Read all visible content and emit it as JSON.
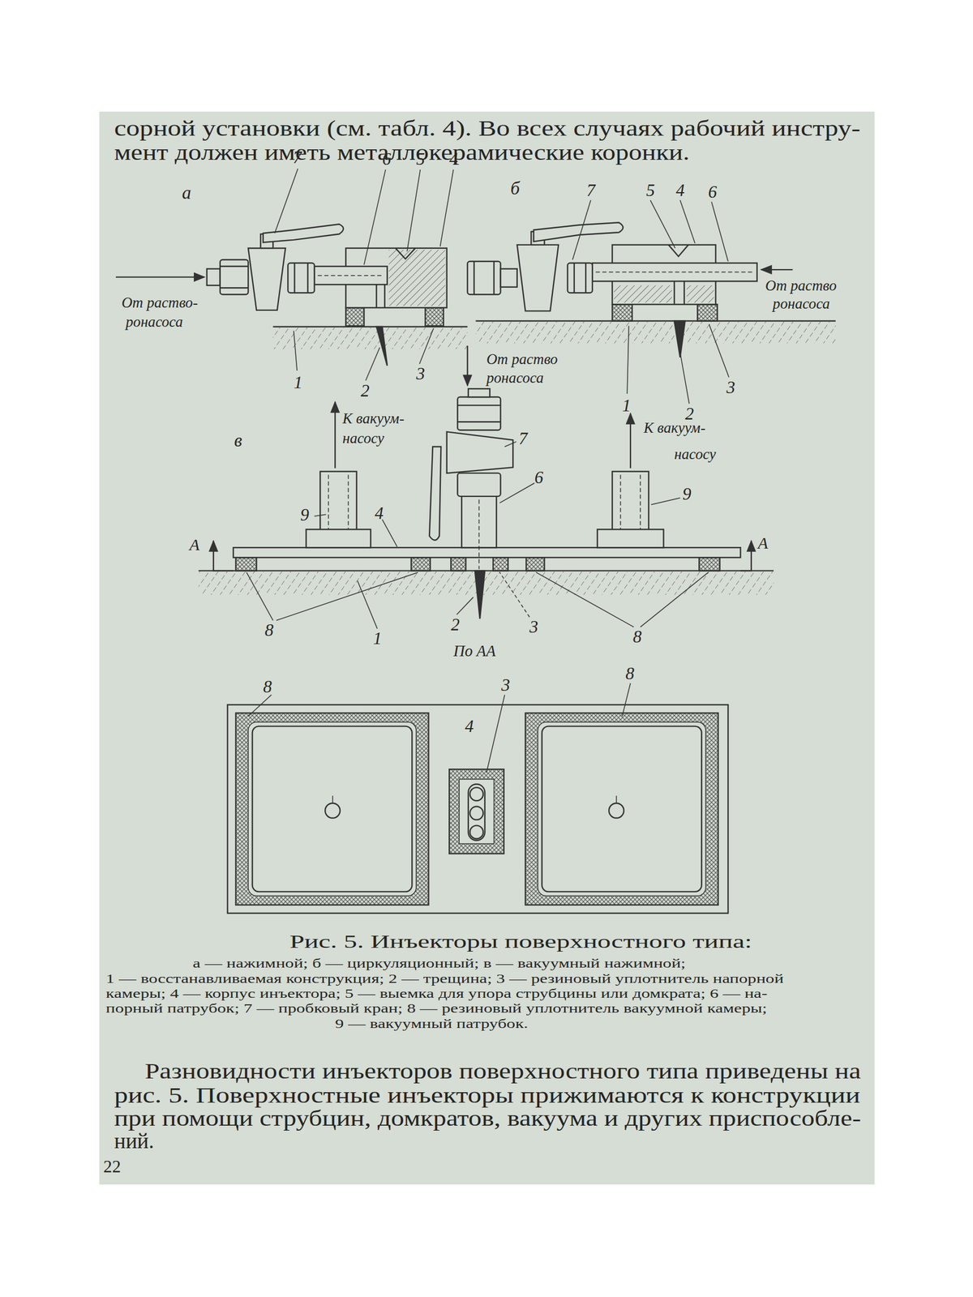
{
  "diagram": {
    "caption": "Рис. 5. Инъекторы поверхностного типа:",
    "labels": [
      "сорной установки (см. табл. 4). Во всех случаях рабочий инстру-",
      "мент должен иметь металлокерамические коронки.",
      "а",
      "7",
      "6",
      "5",
      "4",
      "От раство-",
      "ронасоса",
      "1",
      "2",
      "3",
      "б",
      "7",
      "5",
      "4",
      "6",
      "От раство",
      "ронасоса",
      "1",
      "2",
      "3",
      "От раство",
      "ронасоса",
      "в",
      "К вакуум-",
      "насосу",
      "7",
      "6",
      "К вакуум-",
      "насосу",
      "9",
      "4",
      "9",
      "А",
      "А",
      "8",
      "1",
      "2",
      "3",
      "8",
      "По АА",
      "8",
      "4",
      "3",
      "8",
      "а — нажимной; б — циркуляционный; в — вакуумный нажимной;",
      "1 — восстанавливаемая конструкция; 2 — трещина; 3 — резиновый уплотнитель напорной",
      "камеры; 4 — корпус инъектора; 5 — выемка для упора струбцины или домкрата; 6 — на-",
      "порный патрубок; 7 — пробковый кран; 8 — резиновый уплотнитель вакуумной камеры;",
      "9 — вакуумный патрубок.",
      "Разновидности инъекторов поверхностного типа приведены на",
      "рис. 5. Поверхностные инъекторы прижимаются к конструкции",
      "при помощи струбцин, домкратов, вакуума и других приспособле-",
      "ний.",
      "22"
    ]
  }
}
